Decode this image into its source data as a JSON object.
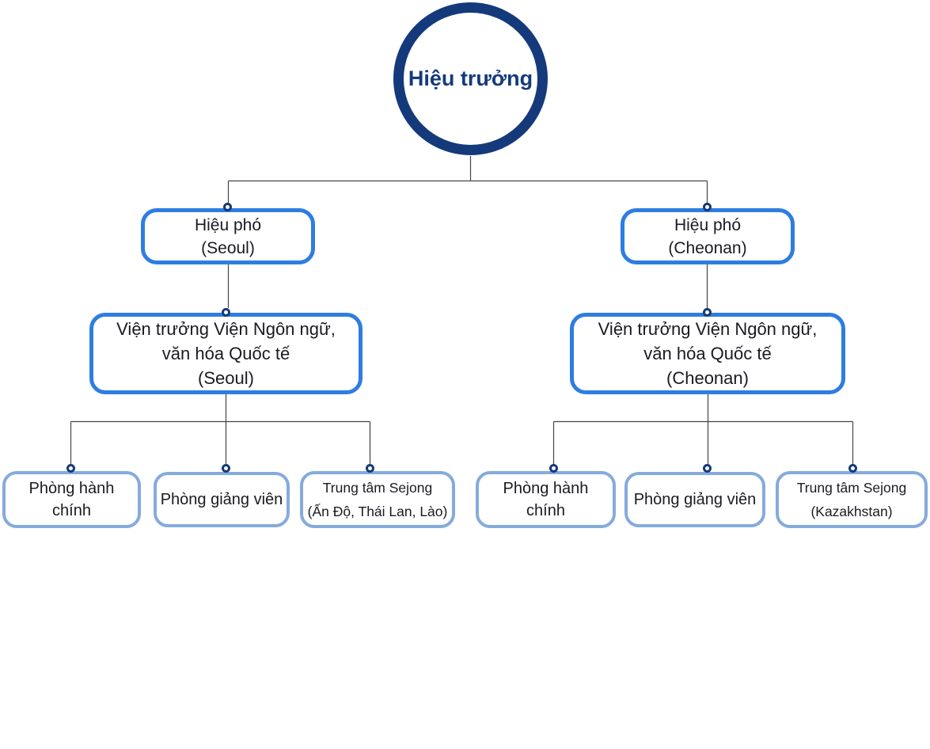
{
  "colors": {
    "navy": "#153a7c",
    "accent_blue": "#2e7de1",
    "soft_blue": "#85abdd",
    "line": "#454545",
    "text_dark": "#1a1a22",
    "background": "#ffffff"
  },
  "nodes": {
    "principal": {
      "label": "Hiệu trưởng"
    },
    "vp_seoul": {
      "line1": "Hiệu phó",
      "line2": "(Seoul)"
    },
    "vp_cheonan": {
      "line1": "Hiệu phó",
      "line2": "(Cheonan)"
    },
    "dir_seoul": {
      "line1": "Viện trưởng Viện Ngôn ngữ,",
      "line2": "văn hóa Quốc tế",
      "line3": "(Seoul)"
    },
    "dir_cheonan": {
      "line1": "Viện trưởng Viện Ngôn ngữ,",
      "line2": "văn hóa Quốc tế",
      "line3": "(Cheonan)"
    },
    "seoul_admin": {
      "line1": "Phòng hành",
      "line2": "chính"
    },
    "seoul_faculty": {
      "line1": "Phòng giảng viên"
    },
    "seoul_sejong": {
      "line1": "Trung tâm Sejong",
      "line2": "(Ấn Độ, Thái Lan, Lào)"
    },
    "cheonan_admin": {
      "line1": "Phòng hành",
      "line2": "chính"
    },
    "cheonan_faculty": {
      "line1": "Phòng giảng viên"
    },
    "cheonan_sejong": {
      "line1": "Trung tâm Sejong",
      "line2": "(Kazakhstan)"
    }
  }
}
